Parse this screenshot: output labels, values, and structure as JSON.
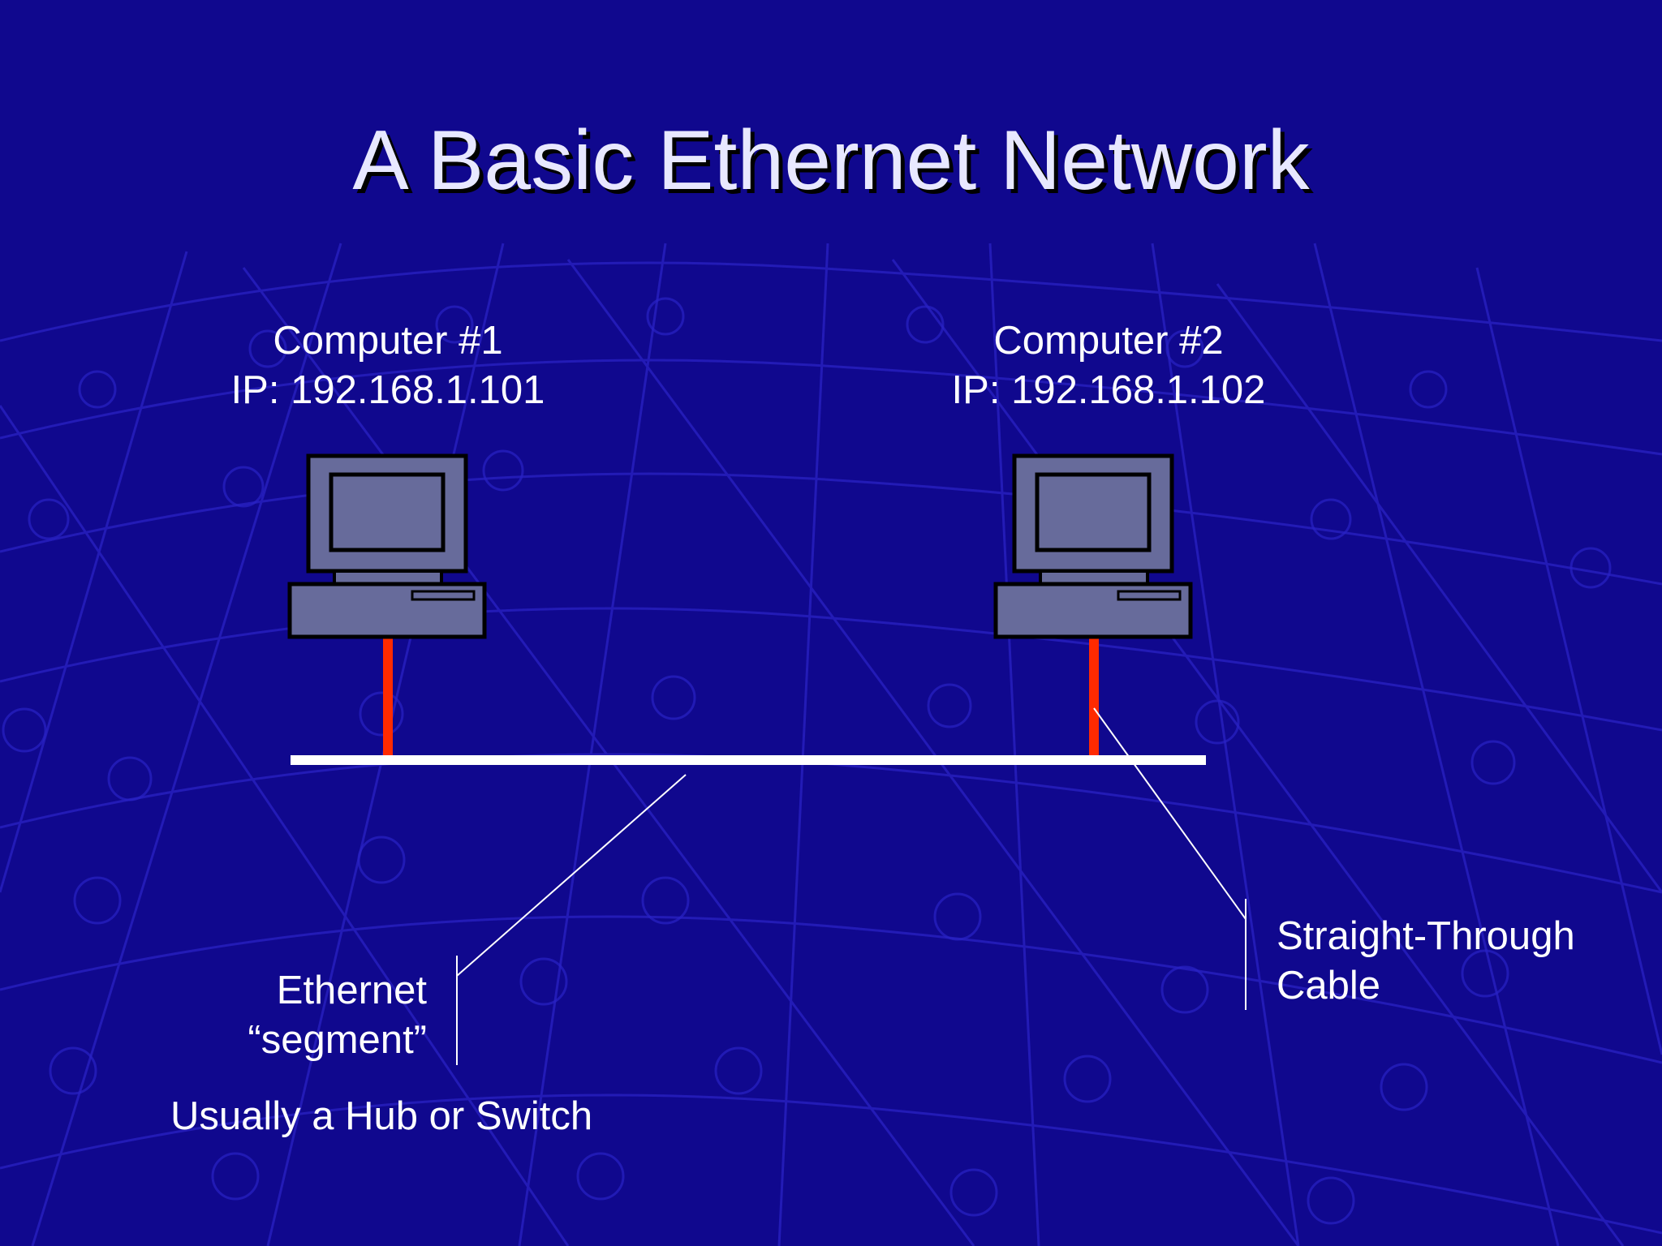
{
  "slide": {
    "title": "A Basic Ethernet Network",
    "background_color": "#10088e"
  },
  "computers": [
    {
      "name": "Computer #1",
      "ip": "IP: 192.168.1.101",
      "icon": "desktop-computer-icon"
    },
    {
      "name": "Computer #2",
      "ip": "IP: 192.168.1.102",
      "icon": "desktop-computer-icon"
    }
  ],
  "callouts": {
    "segment_line1": "Ethernet",
    "segment_line2": "“segment”",
    "hub_note": "Usually a Hub or Switch",
    "cable_line1": "Straight-Through",
    "cable_line2": "Cable"
  },
  "colors": {
    "cable": "#ff2a00",
    "segment": "#ffffff",
    "computer_fill": "#676b9b",
    "outline": "#000000"
  }
}
